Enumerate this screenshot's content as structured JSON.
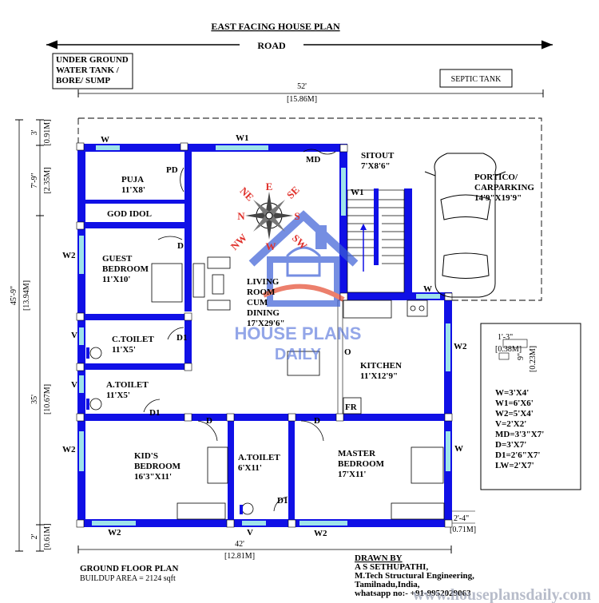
{
  "title": "EAST FACING HOUSE PLAN",
  "road": "ROAD",
  "water_tank": [
    "UNDER GROUND",
    "WATER TANK /",
    "BORE/ SUMP"
  ],
  "septic_tank": "SEPTIC TANK",
  "dimensions": {
    "top_ft": "52'",
    "top_m": "[15.86M]",
    "bottom_ft": "42'",
    "bottom_m": "[12.81M]",
    "left_total_ft": "45'-9\"",
    "left_total_m": "[13.94M]",
    "left_a_ft": "3'",
    "left_a_m": "[0.91M]",
    "left_b_ft": "7'-9\"",
    "left_b_m": "[2.35M]",
    "left_c_ft": "35'",
    "left_c_m": "[10.67M]",
    "left_d_ft": "2'",
    "left_d_m": "[0.61M]",
    "right_ft": "2'-4\"",
    "right_m": "[0.71M]"
  },
  "rooms": {
    "puja": [
      "PUJA",
      "11'X8'"
    ],
    "god_idol": "GOD IDOL",
    "guest": [
      "GUEST",
      "BEDROOM",
      "11'X10'"
    ],
    "ctoilet": [
      "C.TOILET",
      "11'X5'"
    ],
    "atoilet1": [
      "A.TOILET",
      "11'X5'"
    ],
    "living": [
      "LIVING",
      "ROOM",
      "CUM",
      "DINING",
      "17'X29'6\""
    ],
    "sitout": [
      "SITOUT",
      "7'X8'6\""
    ],
    "portico": [
      "PORTICO/",
      "CARPARKING",
      "14'9\"X19'9\""
    ],
    "kitchen": [
      "KITCHEN",
      "11'X12'9\""
    ],
    "kids": [
      "KID'S",
      "BEDROOM",
      "16'3\"X11'"
    ],
    "atoilet2": [
      "A.TOILET",
      "6'X11'"
    ],
    "master": [
      "MASTER",
      "BEDROOM",
      "17'X11'"
    ]
  },
  "openings": {
    "w": "W",
    "w1": "W1",
    "w2": "W2",
    "v": "V",
    "d": "D",
    "d1": "D1",
    "md": "MD",
    "pd": "PD",
    "fr": "FR",
    "o": "O"
  },
  "compass": {
    "n": "N",
    "e": "E",
    "s": "S",
    "w": "W",
    "ne": "NE",
    "se": "SE",
    "nw": "NW",
    "sw": "SW"
  },
  "watermark": [
    "HOUSE PLANS",
    "DAILY"
  ],
  "legend": {
    "detail_ft": "1'-3\"",
    "detail_m": "[0.38M]",
    "detail_v_ft": "9\"",
    "detail_v_m": "[0.23M]",
    "items": [
      "W=3'X4'",
      "W1=6'X6'",
      "W2=5'X4'",
      "V=2'X2'",
      "MD=3'3\"X7'",
      "D=3'X7'",
      "D1=2'6\"X7'",
      "LW=2'X7'"
    ]
  },
  "footer": {
    "plan_name": "GROUND FLOOR PLAN",
    "area": "BUILDUP AREA = 2124 sqft",
    "drawn_by": "DRAWN BY",
    "author": "A S SETHUPATHI,",
    "qualification": "M.Tech Structural Engineering,",
    "location": "Tamilnadu,India,",
    "whatsapp": "whatsapp no:- +91-9952029063",
    "website": "www.houseplansdaily.com"
  },
  "colors": {
    "wall": "#1010e6",
    "window": "#9fe3ea",
    "watermark_red": "#e54a2e",
    "watermark_blue": "#3b5fd6",
    "compass_red": "#e0302a"
  }
}
